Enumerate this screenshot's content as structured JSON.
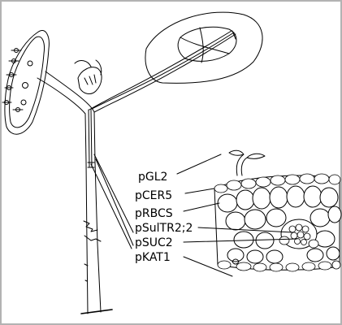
{
  "promoters": [
    {
      "label": "pGL2"
    },
    {
      "label": "pCER5"
    },
    {
      "label": "pRBCS"
    },
    {
      "label": "pSulTR2;2"
    },
    {
      "label": "pSUC2"
    },
    {
      "label": "pKAT1"
    }
  ],
  "colors": {
    "ink": "#000000",
    "background": "#ffffff",
    "frame": "#b3b3b3"
  }
}
